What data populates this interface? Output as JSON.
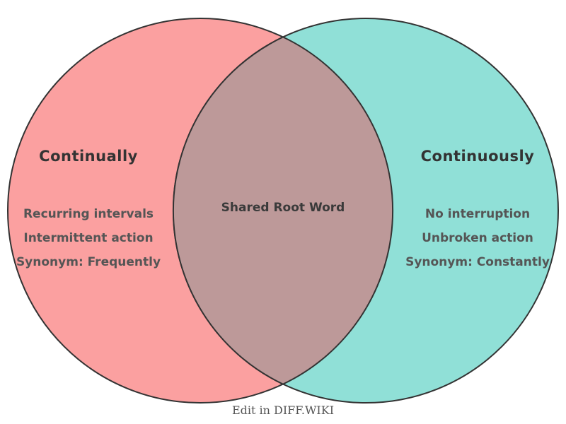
{
  "diagram": {
    "left": {
      "title": "Continually",
      "items": [
        "Recurring intervals",
        "Intermittent action",
        "Synonym: Frequently"
      ],
      "color": "#FBA0A0"
    },
    "right": {
      "title": "Continuously",
      "items": [
        "No interruption",
        "Unbroken action",
        "Synonym: Constantly"
      ],
      "color": "#90E0D7"
    },
    "overlap": {
      "label": "Shared Root Word",
      "color": "#BD9999"
    },
    "stroke_color": "#333333",
    "title_text_color": "#333333",
    "item_text_color": "#555555",
    "caption": "Edit in DIFF.WIKI",
    "caption_color": "#555555"
  }
}
